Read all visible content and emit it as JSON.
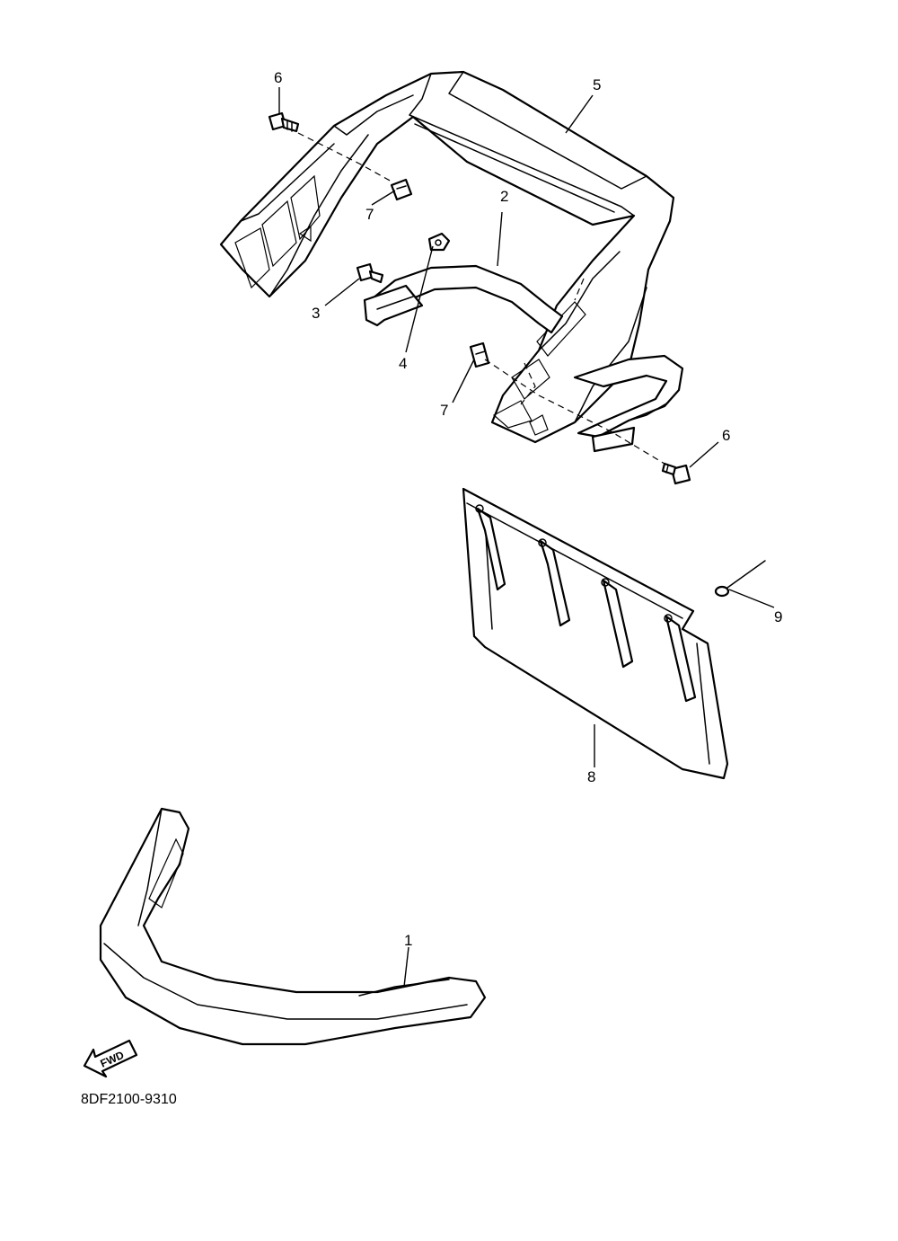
{
  "callouts": [
    {
      "id": "c6a",
      "label": "6"
    },
    {
      "id": "c5",
      "label": "5"
    },
    {
      "id": "c7a",
      "label": "7"
    },
    {
      "id": "c2",
      "label": "2"
    },
    {
      "id": "c3",
      "label": "3"
    },
    {
      "id": "c4",
      "label": "4"
    },
    {
      "id": "c7b",
      "label": "7"
    },
    {
      "id": "c6b",
      "label": "6"
    },
    {
      "id": "c9",
      "label": "9"
    },
    {
      "id": "c8",
      "label": "8"
    },
    {
      "id": "c1",
      "label": "1"
    }
  ],
  "direction_arrow": {
    "label": "FWD"
  },
  "diagram_code": "8DF2100-9310"
}
